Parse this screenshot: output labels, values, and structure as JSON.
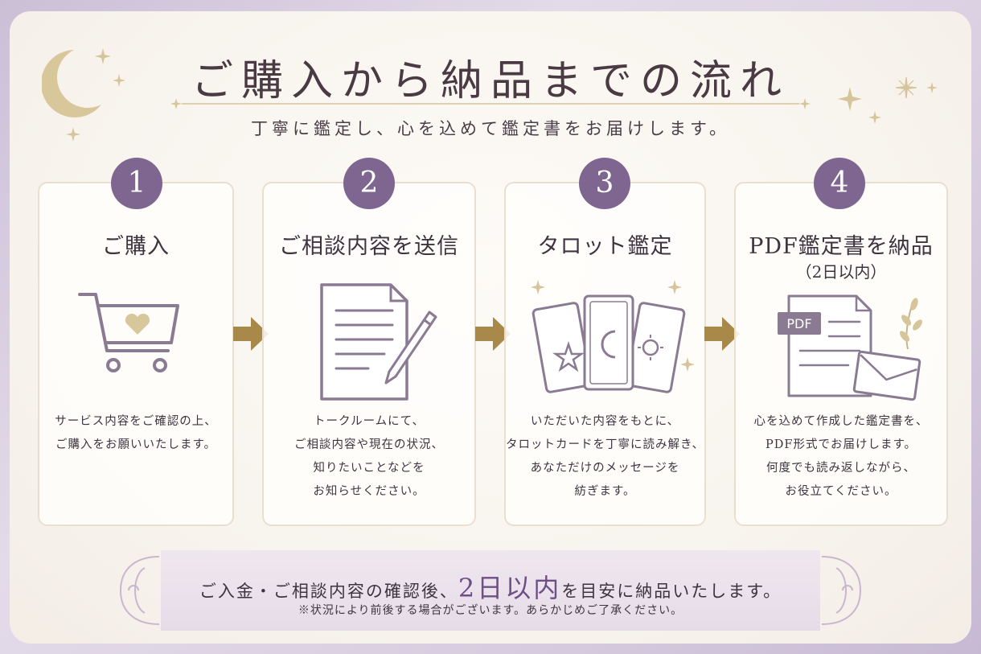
{
  "header": {
    "title": "ご購入から納品までの流れ",
    "subtitle": "丁寧に鑑定し、心を込めて鑑定書をお届けします。"
  },
  "steps": [
    {
      "number": "1",
      "title": "ご購入",
      "title_sub": "",
      "icon": "shopping-cart-heart-icon",
      "desc": [
        "サービス内容をご確認の上、",
        "ご購入をお願いいたします。"
      ]
    },
    {
      "number": "2",
      "title": "ご相談内容を送信",
      "title_sub": "",
      "icon": "document-pen-icon",
      "desc": [
        "トークルームにて、",
        "ご相談内容や現在の状況、",
        "知りたいことなどを",
        "お知らせください。"
      ]
    },
    {
      "number": "3",
      "title": "タロット鑑定",
      "title_sub": "",
      "icon": "tarot-cards-icon",
      "desc": [
        "いただいた内容をもとに、",
        "タロットカードを丁寧に読み解き、",
        "あなただけのメッセージを",
        "紡ぎます。"
      ]
    },
    {
      "number": "4",
      "title": "PDF鑑定書を納品",
      "title_sub": "（2日以内）",
      "icon": "pdf-envelope-icon",
      "pdf_label": "PDF",
      "desc": [
        "心を込めて作成した鑑定書を、",
        "PDF形式でお届けします。",
        "何度でも読み返しながら、",
        "お役立てください。"
      ]
    }
  ],
  "notice": {
    "before": "ご入金・ご相談内容の確認後、",
    "emphasis": "2日以内",
    "after": "を目安に納品いたします。",
    "sub": "※状況により前後する場合がございます。あらかじめご了承ください。"
  },
  "colors": {
    "accent_purple": "#7e6690",
    "gold": "#a8894a",
    "card_border": "#eadfcf"
  }
}
